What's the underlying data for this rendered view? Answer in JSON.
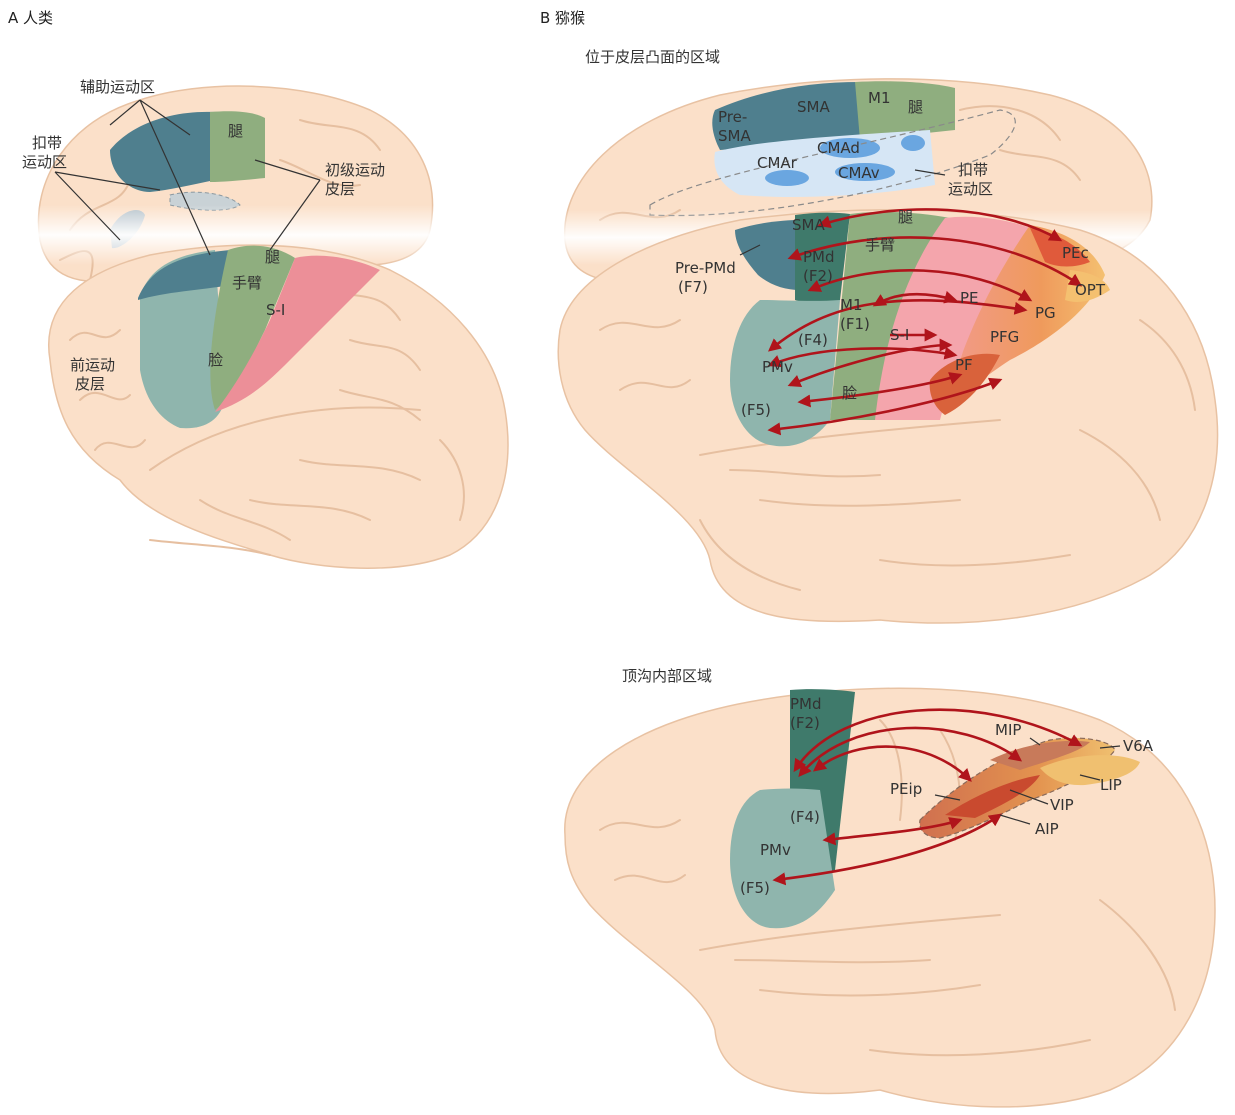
{
  "panel_a": {
    "title": "A  人类",
    "labels": {
      "sma": "辅助运动区",
      "cingulate_1": "扣带",
      "cingulate_2": "运动区",
      "primary_1": "初级运动",
      "primary_2": "皮层",
      "premotor_1": "前运动",
      "premotor_2": "皮层",
      "leg_top": "腿",
      "leg": "腿",
      "arm": "手臂",
      "face": "脸",
      "s1": "S-I"
    }
  },
  "panel_b": {
    "title": "B  猕猴",
    "top": {
      "subtitle": "位于皮层凸面的区域",
      "labels": {
        "pre_sma_1": "Pre-",
        "pre_sma_2": "SMA",
        "sma_upper": "SMA",
        "m1_upper": "M1",
        "leg_upper": "腿",
        "cmad": "CMAd",
        "cmar": "CMAr",
        "cmav": "CMAv",
        "cingulate_1": "扣带",
        "cingulate_2": "运动区",
        "sma": "SMA",
        "leg": "腿",
        "arm": "手臂",
        "pre_pmd_1": "Pre-PMd",
        "pre_pmd_2": "(F7)",
        "pmd_1": "PMd",
        "pmd_2": "(F2)",
        "m1_1": "M1",
        "m1_2": "(F1)",
        "f4": "(F4)",
        "pmv": "PMv",
        "f5": "(F5)",
        "face": "脸",
        "s1": "S-I",
        "pec": "PEc",
        "opt": "OPT",
        "pe": "PE",
        "pg": "PG",
        "pfg": "PFG",
        "pf": "PF"
      }
    },
    "bottom": {
      "subtitle": "顶沟内部区域",
      "labels": {
        "pmd_1": "PMd",
        "pmd_2": "(F2)",
        "f4": "(F4)",
        "pmv": "PMv",
        "f5": "(F5)",
        "mip": "MIP",
        "v6a": "V6A",
        "peip": "PEip",
        "lip": "LIP",
        "vip": "VIP",
        "aip": "AIP"
      }
    }
  },
  "colors": {
    "brain": "#fbe0c9",
    "sma_blue": "#4f7f8e",
    "premotor_green": "#8fb5ad",
    "pmd_green": "#3f7a6b",
    "m1_green": "#8fae7f",
    "s1_pink": "#ec8f98",
    "cma_blue": "#6aa6e0",
    "arrow_red": "#b0141b",
    "parietal_orange": "#e8894a"
  }
}
